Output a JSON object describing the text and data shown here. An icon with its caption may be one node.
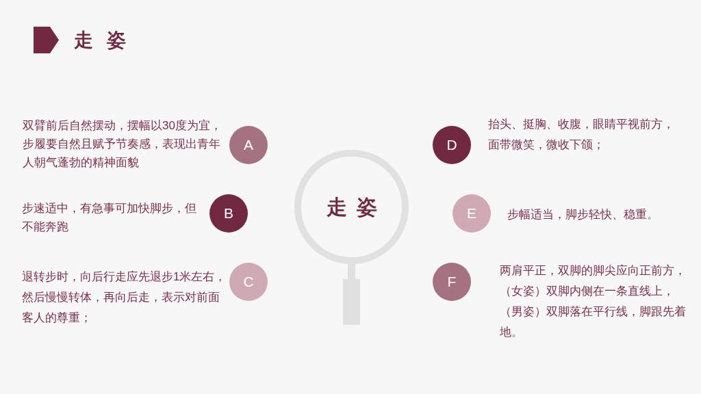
{
  "diagram": {
    "title": "走姿",
    "nodes": [
      {
        "text": [
          "走姿"
        ]
      },
      {
        "text": [
          "A"
        ],
        "beside": [
          "双臂前后自然摆动，摆幅以30度为宜，步履要自然且赋予节奏感，表现出青年人朝气蓬勃的精神面貌"
        ]
      },
      {
        "text": [
          "B"
        ],
        "beside": [
          "步速适中，有急事可加快脚步，但不能奔跑"
        ]
      },
      {
        "text": [
          "C"
        ],
        "beside": [
          "退转步时，向后行走应先退步1米左右，然后慢慢转体，再向后走，表示对前面客人的尊重；"
        ]
      },
      {
        "text": [
          "D"
        ],
        "beside": [
          "抬头、挺胸、收腹，眼睛平视前方，面带微笑，微收下颌；"
        ]
      },
      {
        "text": [
          "E"
        ],
        "beside": [
          "步幅适当，脚步轻快、稳重。"
        ]
      },
      {
        "text": [
          "F"
        ],
        "beside": [
          "两肩平正，双脚的脚尖应向正前方，（女姿）双脚内侧在一条直线上，（男姿）双脚落在平行线，脚跟先着地。"
        ]
      }
    ]
  }
}
